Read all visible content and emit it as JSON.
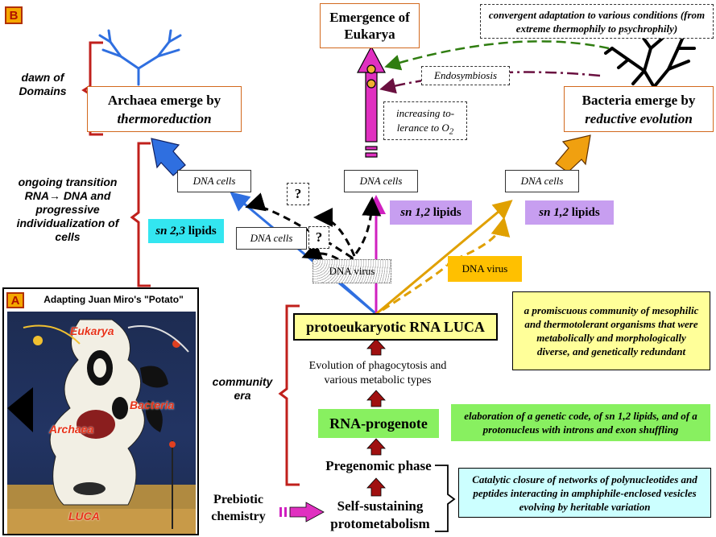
{
  "panel_b": {
    "badge": "B",
    "side_labels": {
      "dawn": "dawn of Domains",
      "transition": "ongoing transition RNA→ DNA and progressive individualization of cells",
      "community": "community era"
    },
    "eukarya": "Emergence of Eukarya",
    "archaea_line1": "Archaea emerge by",
    "archaea_line2": "thermoreduction",
    "bacteria_line1": "Bacteria emerge by",
    "bacteria_line2": "reductive evolution",
    "convergent": "convergent adaptation to various conditions (from extreme thermophily to psychrophily)",
    "endosymbiosis": "Endosymbiosis",
    "oxygen_line1": "increasing to-",
    "oxygen_line2": "lerance to O",
    "oxygen_sub": "2",
    "dna_cells": "DNA cells",
    "question_mark": "?",
    "dna_virus": "DNA virus",
    "lipid_sn23_a": "sn 2,3",
    "lipid_sn12_a": "sn 1,2",
    "lipid_suffix": "lipids",
    "luca": "protoeukaryotic RNA LUCA",
    "phagocytosis": "Evolution of phagocytosis and various metabolic types",
    "progenote": "RNA-progenote",
    "pregenomic": "Pregenomic phase",
    "prebiotic": "Prebiotic chemistry",
    "self_sustaining": "Self-sustaining protometabolism",
    "note_community": "a promiscuous community of mesophilic and thermotolerant organisms that were metabolically and morphologically diverse, and genetically redundant",
    "note_progenote_pre": "elaboration of a genetic code, of ",
    "note_progenote_sn": "sn 1,2",
    "note_progenote_post": " lipids, and of a protonucleus with introns and exon shuffling",
    "note_catalytic": "Catalytic closure of networks of polynucleotides and peptides interacting in amphiphile-enclosed vesicles evolving by heritable variation"
  },
  "panel_a": {
    "badge": "A",
    "title": "Adapting Juan Miro's \"Potato\"",
    "labels": {
      "eukarya": "Eukarya",
      "bacteria": "Bacteria",
      "archaea": "Archaea",
      "luca": "LUCA"
    }
  },
  "colors": {
    "archaea_blue": "#2f6fe0",
    "bacteria_orange": "#e0a000",
    "eukarya_magenta": "#e030c0",
    "dark_red_bracket": "#c0201c",
    "cyan_box": "#33e6f0",
    "violet_box": "#c79ef0",
    "orange_box": "#ffc000",
    "yellow_note": "#ffff99",
    "green_box": "#88f060",
    "light_cyan_note": "#ccffff"
  }
}
